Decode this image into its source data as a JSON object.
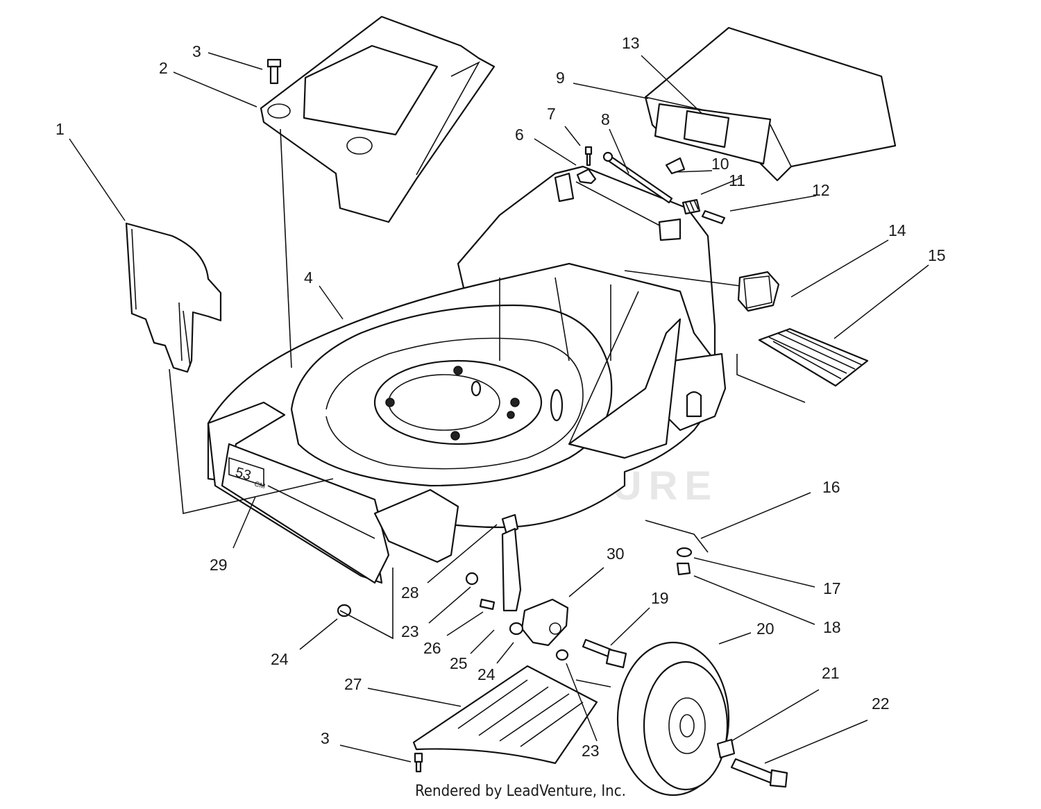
{
  "diagram": {
    "watermark": "LEADVENTURE",
    "deck_label": "53",
    "deck_label_unit": "CM",
    "footer": "Rendered by LeadVenture, Inc.",
    "callouts": [
      "1",
      "2",
      "3",
      "4",
      "6",
      "7",
      "8",
      "9",
      "10",
      "11",
      "12",
      "13",
      "14",
      "15",
      "16",
      "17",
      "18",
      "19",
      "20",
      "21",
      "22",
      "23",
      "24",
      "25",
      "26",
      "27",
      "28",
      "29",
      "30",
      "3",
      "23",
      "24"
    ]
  }
}
